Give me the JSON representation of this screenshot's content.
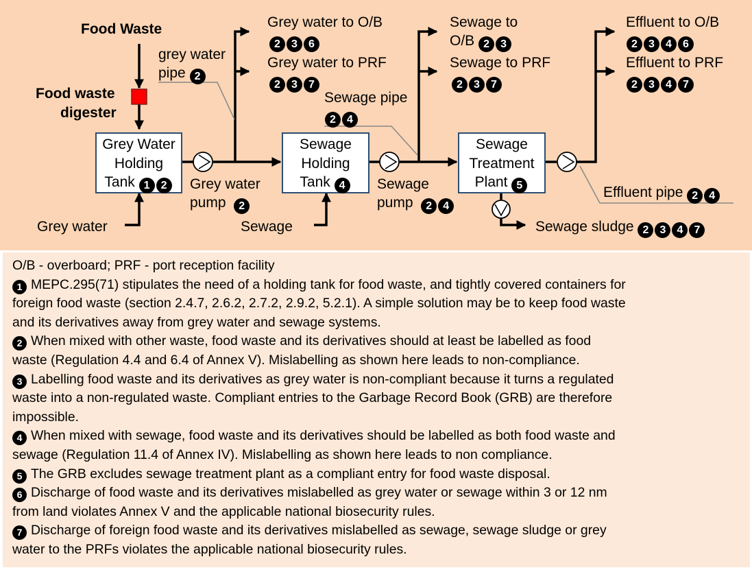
{
  "diagram": {
    "food_waste": "Food Waste",
    "digester": [
      "Food waste",
      "digester"
    ],
    "grey_water_pipe": [
      "grey water",
      "pipe"
    ],
    "grey_water_pipe_marks": [
      "2"
    ],
    "grey_water_tank": [
      "Grey Water",
      "Holding",
      "Tank"
    ],
    "grey_water_tank_marks": [
      "1",
      "2"
    ],
    "grey_water_pump": [
      "Grey water",
      "pump"
    ],
    "grey_water_pump_marks": [
      "2"
    ],
    "grey_water_input": "Grey water",
    "grey_to_ob": "Grey water to O/B",
    "grey_to_ob_marks": [
      "2",
      "3",
      "6"
    ],
    "grey_to_prf": "Grey water to PRF",
    "grey_to_prf_marks": [
      "2",
      "3",
      "7"
    ],
    "sewage_pipe": "Sewage pipe",
    "sewage_pipe_marks": [
      "2",
      "4"
    ],
    "sewage_tank": [
      "Sewage",
      "Holding",
      "Tank"
    ],
    "sewage_tank_marks": [
      "4"
    ],
    "sewage_pump": [
      "Sewage",
      "pump"
    ],
    "sewage_pump_marks": [
      "2",
      "4"
    ],
    "sewage_input": "Sewage",
    "sewage_to_ob": [
      "Sewage to",
      "O/B"
    ],
    "sewage_to_ob_marks": [
      "2",
      "3"
    ],
    "sewage_to_prf": "Sewage to PRF",
    "sewage_to_prf_marks": [
      "2",
      "3",
      "7"
    ],
    "stp": [
      "Sewage",
      "Treatment",
      "Plant"
    ],
    "stp_marks": [
      "5"
    ],
    "effluent_to_ob": "Effluent to O/B",
    "effluent_to_ob_marks": [
      "2",
      "3",
      "4",
      "6"
    ],
    "effluent_to_prf": "Effluent to PRF",
    "effluent_to_prf_marks": [
      "2",
      "3",
      "4",
      "7"
    ],
    "effluent_pipe": "Effluent pipe",
    "effluent_pipe_marks": [
      "2",
      "4"
    ],
    "sewage_sludge": "Sewage sludge",
    "sewage_sludge_marks": [
      "2",
      "3",
      "4",
      "7"
    ],
    "colors": {
      "background": "#fbd5b5",
      "notes_background": "#fde9d9",
      "digester": "#ff0000",
      "box_border": "#2c4d75"
    }
  },
  "notes": {
    "legend": "O/B - overboard; PRF - port reception facility",
    "items": [
      {
        "mark": "1",
        "lines": [
          "MEPC.295(71) stipulates the need of a holding tank for food waste, and tightly covered containers for",
          "foreign food waste (section 2.4.7, 2.6.2, 2.7.2, 2.9.2, 5.2.1). A simple solution may be to keep food waste",
          "and its derivatives away from grey water and sewage systems."
        ]
      },
      {
        "mark": "2",
        "lines": [
          "When mixed with other waste, food waste and its derivatives should at least be labelled as food",
          "waste (Regulation 4.4 and 6.4 of Annex V). Mislabelling as shown here leads to non-compliance."
        ]
      },
      {
        "mark": "3",
        "lines": [
          "Labelling food waste and its derivatives as grey water is non-compliant because it turns a regulated",
          "waste into a non-regulated waste. Compliant entries to the Garbage Record Book (GRB) are therefore",
          "impossible."
        ]
      },
      {
        "mark": "4",
        "lines": [
          "When mixed with sewage, food waste and its derivatives should be labelled as both food waste and",
          "sewage (Regulation 11.4 of Annex IV). Mislabelling as shown here leads to non compliance."
        ]
      },
      {
        "mark": "5",
        "lines": [
          "The GRB excludes sewage treatment plant as a compliant entry for food waste disposal."
        ]
      },
      {
        "mark": "6",
        "lines": [
          "Discharge of food waste and its derivatives mislabelled as grey water or sewage within 3 or 12 nm",
          "from land violates Annex V and the applicable national biosecurity rules."
        ]
      },
      {
        "mark": "7",
        "lines": [
          "Discharge of foreign food waste and its derivatives mislabelled as sewage, sewage sludge or grey",
          "water to the PRFs violates the applicable national biosecurity rules."
        ]
      }
    ]
  }
}
